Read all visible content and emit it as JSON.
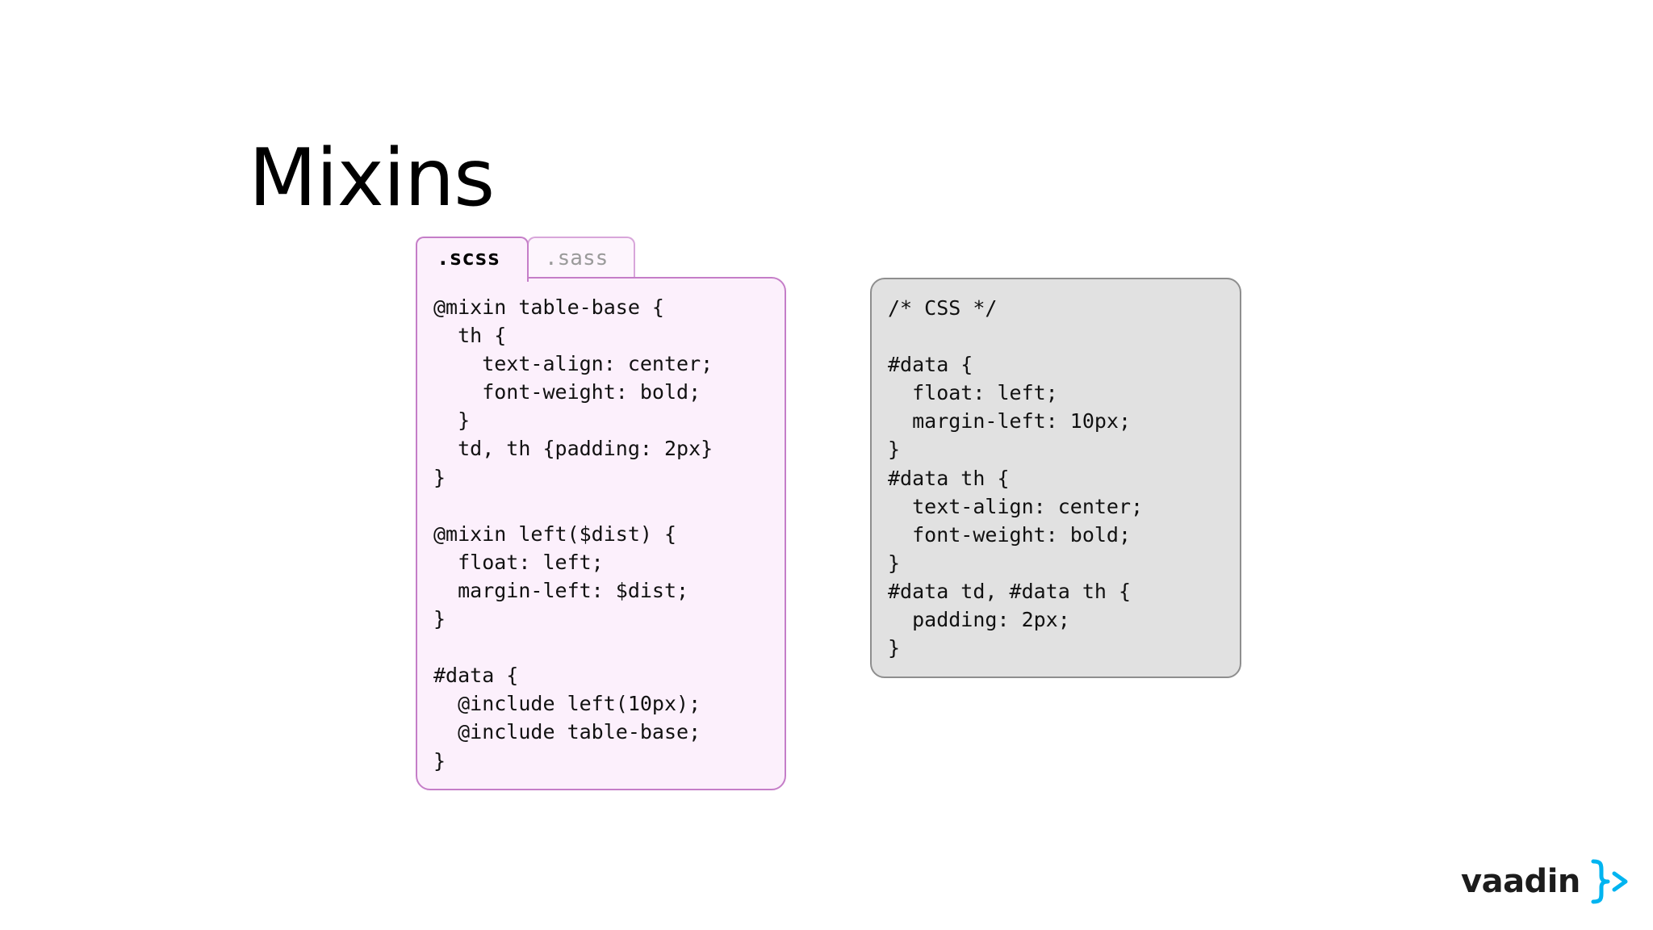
{
  "slide": {
    "title": "Mixins"
  },
  "source_panel": {
    "tabs": [
      {
        "label": ".scss",
        "active": true
      },
      {
        "label": ".sass",
        "active": false
      }
    ],
    "code": "@mixin table-base {\n  th {\n    text-align: center;\n    font-weight: bold;\n  }\n  td, th {padding: 2px}\n}\n\n@mixin left($dist) {\n  float: left;\n  margin-left: $dist;\n}\n\n#data {\n  @include left(10px);\n  @include table-base;\n}"
  },
  "output_panel": {
    "code": "/* CSS */\n\n#data {\n  float: left;\n  margin-left: 10px;\n}\n#data th {\n  text-align: center;\n  font-weight: bold;\n}\n#data td, #data th {\n  padding: 2px;\n}"
  },
  "logo": {
    "wordmark": "vaadin",
    "accent_color": "#00b4f0"
  }
}
